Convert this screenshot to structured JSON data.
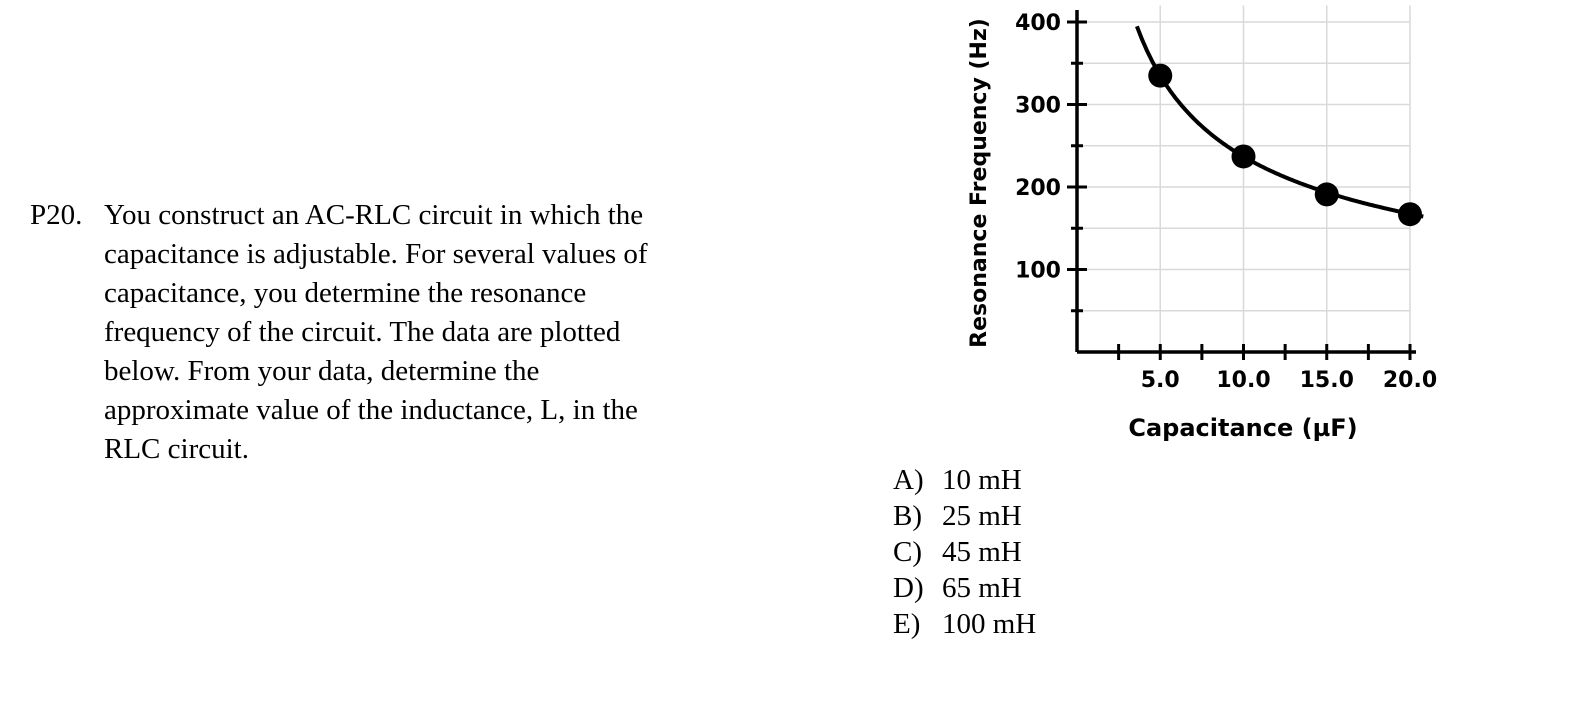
{
  "problem": {
    "number": "P20.",
    "lines": [
      "You construct an AC-RLC circuit in which the",
      "capacitance is adjustable.  For several values of",
      "capacitance, you determine the resonance",
      "frequency of the circuit.  The data are plotted",
      "below.  From your data, determine the",
      "approximate value of the inductance, L, in the",
      "RLC circuit."
    ]
  },
  "choices": [
    {
      "label": "A)",
      "text": "10 mH"
    },
    {
      "label": "B)",
      "text": "25 mH"
    },
    {
      "label": "C)",
      "text": "45 mH"
    },
    {
      "label": "D)",
      "text": "65 mH"
    },
    {
      "label": "E)",
      "text": "100 mH"
    }
  ],
  "chart_data": {
    "type": "scatter",
    "xlabel": "Capacitance (µF)",
    "ylabel": "Resonance Frequency (Hz)",
    "x_ticks": [
      "5.0",
      "10.0",
      "15.0",
      "20.0"
    ],
    "y_ticks": [
      "100",
      "200",
      "300",
      "400"
    ],
    "xlim": [
      0,
      20.5
    ],
    "ylim": [
      0,
      420
    ],
    "grid": true,
    "points": [
      {
        "x": 5.0,
        "y": 335
      },
      {
        "x": 10.0,
        "y": 237
      },
      {
        "x": 15.0,
        "y": 191
      },
      {
        "x": 20.0,
        "y": 167
      }
    ],
    "curve": "smooth fit through points",
    "colors": {
      "line": "#000000",
      "grid": "#d9d9d9"
    }
  }
}
